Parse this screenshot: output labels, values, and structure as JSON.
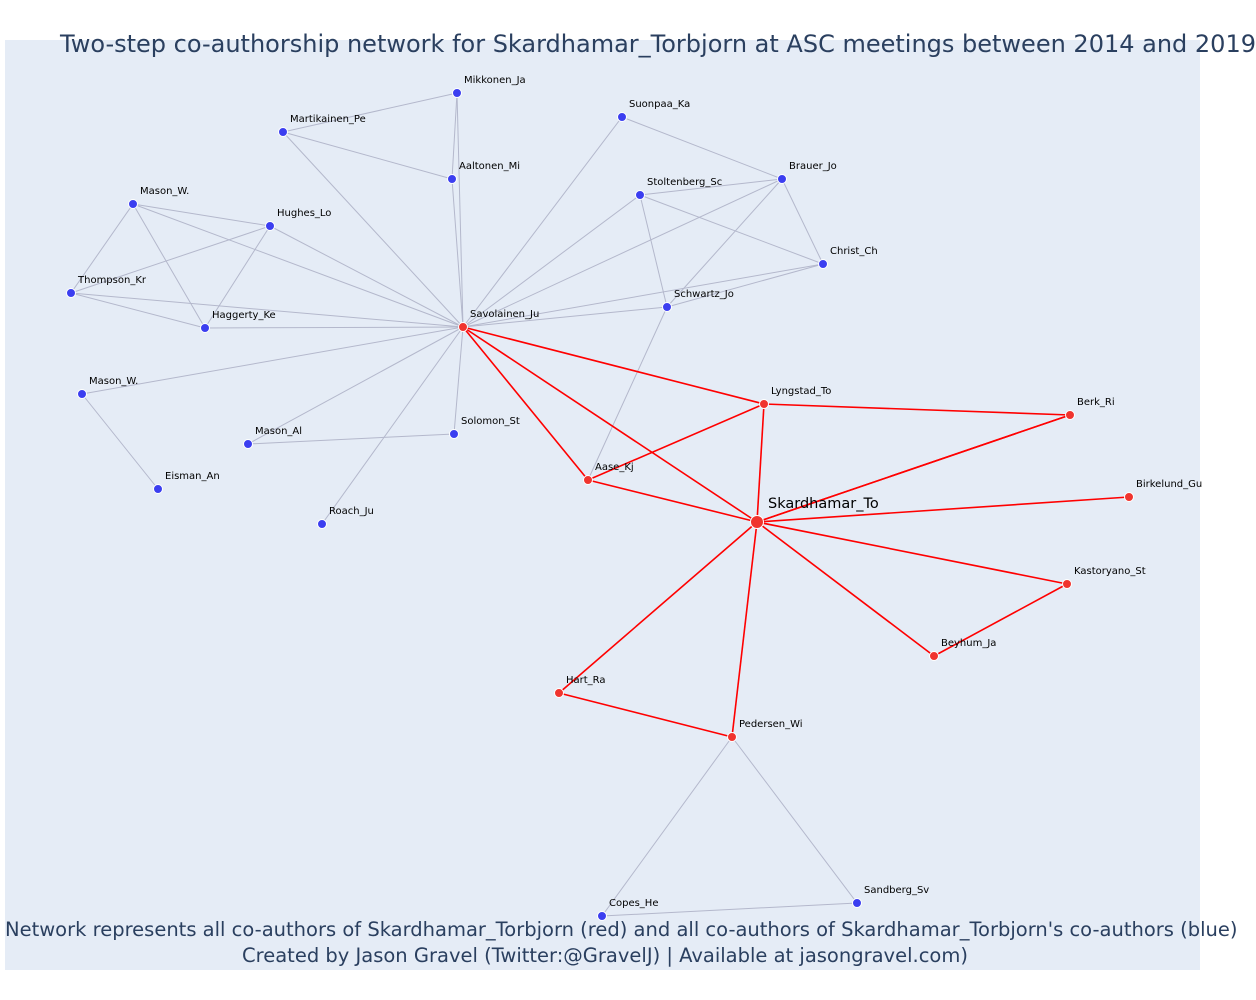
{
  "title": "Two-step co-authorship network for Skardhamar_Torbjorn at ASC meetings between 2014 and 2019",
  "caption_line1": "Network represents all co-authors of Skardhamar_Torbjorn (red) and all co-authors of Skardhamar_Torbjorn's co-authors (blue)",
  "caption_line2": "Created by Jason Gravel (Twitter:@GravelJ) | Available at jasongravel.com)",
  "colors": {
    "background": "#e5ecf6",
    "ego_edge": "#ff0000",
    "other_edge": "#b4b8cc",
    "first_degree_node": "#f0342e",
    "second_degree_node": "#3b3ef0",
    "text": "#2a3f5f"
  },
  "nodes": [
    {
      "id": "Skardhamar_To",
      "label": "Skardhamar_To",
      "group": "ego"
    },
    {
      "id": "Savolainen_Ju",
      "label": "Savolainen_Ju",
      "group": "red"
    },
    {
      "id": "Lyngstad_To",
      "label": "Lyngstad_To",
      "group": "red"
    },
    {
      "id": "Berk_Ri",
      "label": "Berk_Ri",
      "group": "red"
    },
    {
      "id": "Birkelund_Gu",
      "label": "Birkelund_Gu",
      "group": "red"
    },
    {
      "id": "Kastoryano_St",
      "label": "Kastoryano_St",
      "group": "red"
    },
    {
      "id": "Beyhum_Ja",
      "label": "Beyhum_Ja",
      "group": "red"
    },
    {
      "id": "Aase_Kj",
      "label": "Aase_Kj",
      "group": "red"
    },
    {
      "id": "Hart_Ra",
      "label": "Hart_Ra",
      "group": "red"
    },
    {
      "id": "Pedersen_Wi",
      "label": "Pedersen_Wi",
      "group": "red"
    },
    {
      "id": "Mikkonen_Ja",
      "label": "Mikkonen_Ja",
      "group": "blue"
    },
    {
      "id": "Martikainen_Pe",
      "label": "Martikainen_Pe",
      "group": "blue"
    },
    {
      "id": "Aaltonen_Mi",
      "label": "Aaltonen_Mi",
      "group": "blue"
    },
    {
      "id": "Suonpaa_Ka",
      "label": "Suonpaa_Ka",
      "group": "blue"
    },
    {
      "id": "Brauer_Jo",
      "label": "Brauer_Jo",
      "group": "blue"
    },
    {
      "id": "Stoltenberg_Sc",
      "label": "Stoltenberg_Sc",
      "group": "blue"
    },
    {
      "id": "Christ_Ch",
      "label": "Christ_Ch",
      "group": "blue"
    },
    {
      "id": "Schwartz_Jo",
      "label": "Schwartz_Jo",
      "group": "blue"
    },
    {
      "id": "Mason_W1",
      "label": "Mason_W.",
      "group": "blue"
    },
    {
      "id": "Hughes_Lo",
      "label": "Hughes_Lo",
      "group": "blue"
    },
    {
      "id": "Thompson_Kr",
      "label": "Thompson_Kr",
      "group": "blue"
    },
    {
      "id": "Haggerty_Ke",
      "label": "Haggerty_Ke",
      "group": "blue"
    },
    {
      "id": "Mason_W2",
      "label": "Mason_W.",
      "group": "blue"
    },
    {
      "id": "Mason_Al",
      "label": "Mason_Al",
      "group": "blue"
    },
    {
      "id": "Eisman_An",
      "label": "Eisman_An",
      "group": "blue"
    },
    {
      "id": "Solomon_St",
      "label": "Solomon_St",
      "group": "blue"
    },
    {
      "id": "Roach_Ju",
      "label": "Roach_Ju",
      "group": "blue"
    },
    {
      "id": "Copes_He",
      "label": "Copes_He",
      "group": "blue"
    },
    {
      "id": "Sandberg_Sv",
      "label": "Sandberg_Sv",
      "group": "blue"
    }
  ],
  "edges": [
    {
      "source": "Skardhamar_To",
      "target": "Savolainen_Ju",
      "ego": true
    },
    {
      "source": "Skardhamar_To",
      "target": "Lyngstad_To",
      "ego": true
    },
    {
      "source": "Skardhamar_To",
      "target": "Berk_Ri",
      "ego": true
    },
    {
      "source": "Skardhamar_To",
      "target": "Birkelund_Gu",
      "ego": true
    },
    {
      "source": "Skardhamar_To",
      "target": "Kastoryano_St",
      "ego": true
    },
    {
      "source": "Skardhamar_To",
      "target": "Beyhum_Ja",
      "ego": true
    },
    {
      "source": "Skardhamar_To",
      "target": "Aase_Kj",
      "ego": true
    },
    {
      "source": "Skardhamar_To",
      "target": "Hart_Ra",
      "ego": true
    },
    {
      "source": "Skardhamar_To",
      "target": "Pedersen_Wi",
      "ego": true
    },
    {
      "source": "Savolainen_Ju",
      "target": "Lyngstad_To",
      "ego": true
    },
    {
      "source": "Savolainen_Ju",
      "target": "Aase_Kj",
      "ego": true
    },
    {
      "source": "Lyngstad_To",
      "target": "Berk_Ri",
      "ego": true
    },
    {
      "source": "Lyngstad_To",
      "target": "Aase_Kj",
      "ego": true
    },
    {
      "source": "Kastoryano_St",
      "target": "Beyhum_Ja",
      "ego": true
    },
    {
      "source": "Hart_Ra",
      "target": "Pedersen_Wi",
      "ego": true
    },
    {
      "source": "Berk_Ri",
      "target": "Skardhamar_To",
      "ego": true
    },
    {
      "source": "Savolainen_Ju",
      "target": "Mikkonen_Ja",
      "ego": false
    },
    {
      "source": "Savolainen_Ju",
      "target": "Martikainen_Pe",
      "ego": false
    },
    {
      "source": "Savolainen_Ju",
      "target": "Aaltonen_Mi",
      "ego": false
    },
    {
      "source": "Savolainen_Ju",
      "target": "Suonpaa_Ka",
      "ego": false
    },
    {
      "source": "Savolainen_Ju",
      "target": "Stoltenberg_Sc",
      "ego": false
    },
    {
      "source": "Savolainen_Ju",
      "target": "Brauer_Jo",
      "ego": false
    },
    {
      "source": "Savolainen_Ju",
      "target": "Schwartz_Jo",
      "ego": false
    },
    {
      "source": "Savolainen_Ju",
      "target": "Christ_Ch",
      "ego": false
    },
    {
      "source": "Savolainen_Ju",
      "target": "Mason_W1",
      "ego": false
    },
    {
      "source": "Savolainen_Ju",
      "target": "Hughes_Lo",
      "ego": false
    },
    {
      "source": "Savolainen_Ju",
      "target": "Thompson_Kr",
      "ego": false
    },
    {
      "source": "Savolainen_Ju",
      "target": "Haggerty_Ke",
      "ego": false
    },
    {
      "source": "Savolainen_Ju",
      "target": "Mason_W2",
      "ego": false
    },
    {
      "source": "Savolainen_Ju",
      "target": "Mason_Al",
      "ego": false
    },
    {
      "source": "Savolainen_Ju",
      "target": "Solomon_St",
      "ego": false
    },
    {
      "source": "Savolainen_Ju",
      "target": "Roach_Ju",
      "ego": false
    },
    {
      "source": "Mikkonen_Ja",
      "target": "Martikainen_Pe",
      "ego": false
    },
    {
      "source": "Mikkonen_Ja",
      "target": "Aaltonen_Mi",
      "ego": false
    },
    {
      "source": "Martikainen_Pe",
      "target": "Aaltonen_Mi",
      "ego": false
    },
    {
      "source": "Suonpaa_Ka",
      "target": "Brauer_Jo",
      "ego": false
    },
    {
      "source": "Stoltenberg_Sc",
      "target": "Brauer_Jo",
      "ego": false
    },
    {
      "source": "Stoltenberg_Sc",
      "target": "Christ_Ch",
      "ego": false
    },
    {
      "source": "Stoltenberg_Sc",
      "target": "Schwartz_Jo",
      "ego": false
    },
    {
      "source": "Brauer_Jo",
      "target": "Christ_Ch",
      "ego": false
    },
    {
      "source": "Brauer_Jo",
      "target": "Schwartz_Jo",
      "ego": false
    },
    {
      "source": "Christ_Ch",
      "target": "Schwartz_Jo",
      "ego": false
    },
    {
      "source": "Schwartz_Jo",
      "target": "Aase_Kj",
      "ego": false
    },
    {
      "source": "Mason_W1",
      "target": "Hughes_Lo",
      "ego": false
    },
    {
      "source": "Mason_W1",
      "target": "Thompson_Kr",
      "ego": false
    },
    {
      "source": "Mason_W1",
      "target": "Haggerty_Ke",
      "ego": false
    },
    {
      "source": "Hughes_Lo",
      "target": "Thompson_Kr",
      "ego": false
    },
    {
      "source": "Hughes_Lo",
      "target": "Haggerty_Ke",
      "ego": false
    },
    {
      "source": "Thompson_Kr",
      "target": "Haggerty_Ke",
      "ego": false
    },
    {
      "source": "Mason_W2",
      "target": "Eisman_An",
      "ego": false
    },
    {
      "source": "Mason_Al",
      "target": "Solomon_St",
      "ego": false
    },
    {
      "source": "Pedersen_Wi",
      "target": "Copes_He",
      "ego": false
    },
    {
      "source": "Pedersen_Wi",
      "target": "Sandberg_Sv",
      "ego": false
    },
    {
      "source": "Copes_He",
      "target": "Sandberg_Sv",
      "ego": false
    }
  ]
}
